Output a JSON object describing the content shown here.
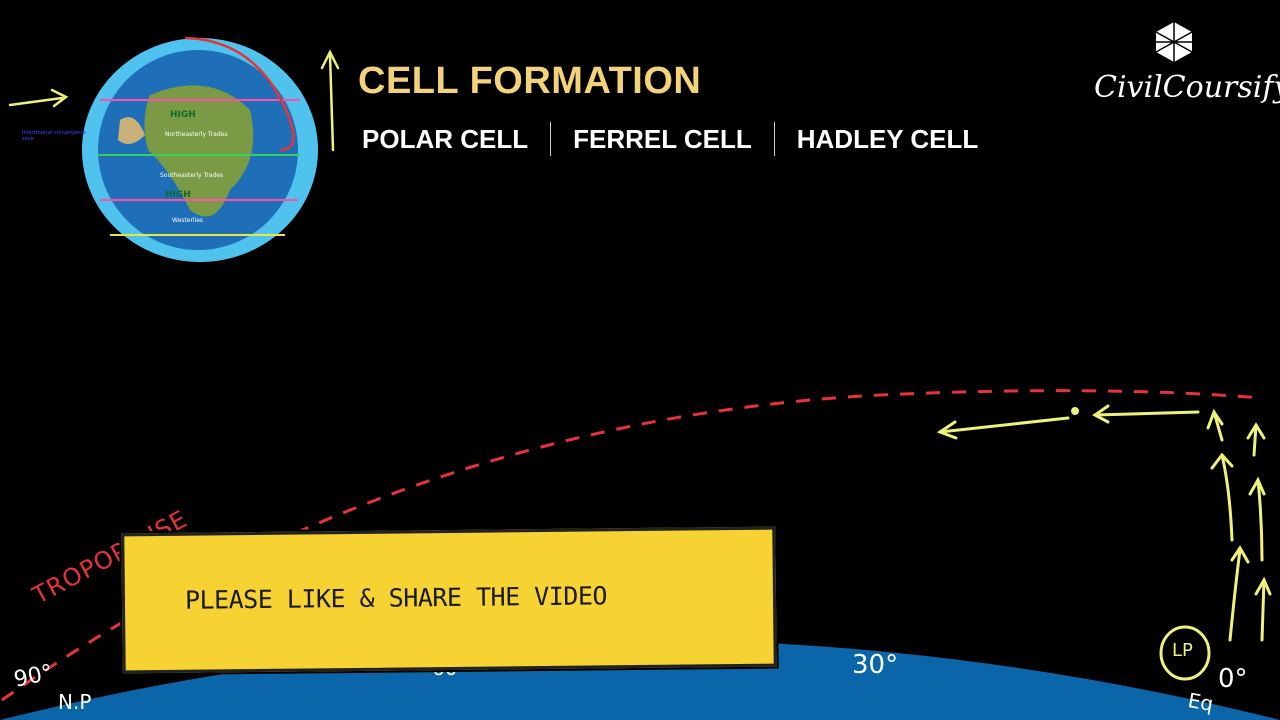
{
  "header": {
    "title": "CELL FORMATION",
    "cells": [
      "POLAR CELL",
      "FERREL CELL",
      "HADLEY CELL"
    ]
  },
  "brand": {
    "name": "CivilCoursify",
    "icon": "diamond-logo-icon"
  },
  "banner": {
    "text": "PLEASE LIKE & SHARE THE VIDEO",
    "color": "#f6d233"
  },
  "drawing": {
    "tropopause_label": "TROPOPAUSE",
    "latitudes": [
      "90°",
      "60°",
      "30°",
      "0°"
    ],
    "pole_label": "N.P",
    "equator_label": "Eq",
    "low_pressure_label": "LP",
    "colors": {
      "earth": "#0a66a8",
      "tropopause": "#e8323a",
      "arrows": "#eef27a"
    }
  },
  "globe": {
    "labels": [
      "HIGH",
      "Northeasterly Trades",
      "Southeasterly Trades",
      "HIGH",
      "Westerlies",
      "Intertropical convergence zone"
    ]
  }
}
